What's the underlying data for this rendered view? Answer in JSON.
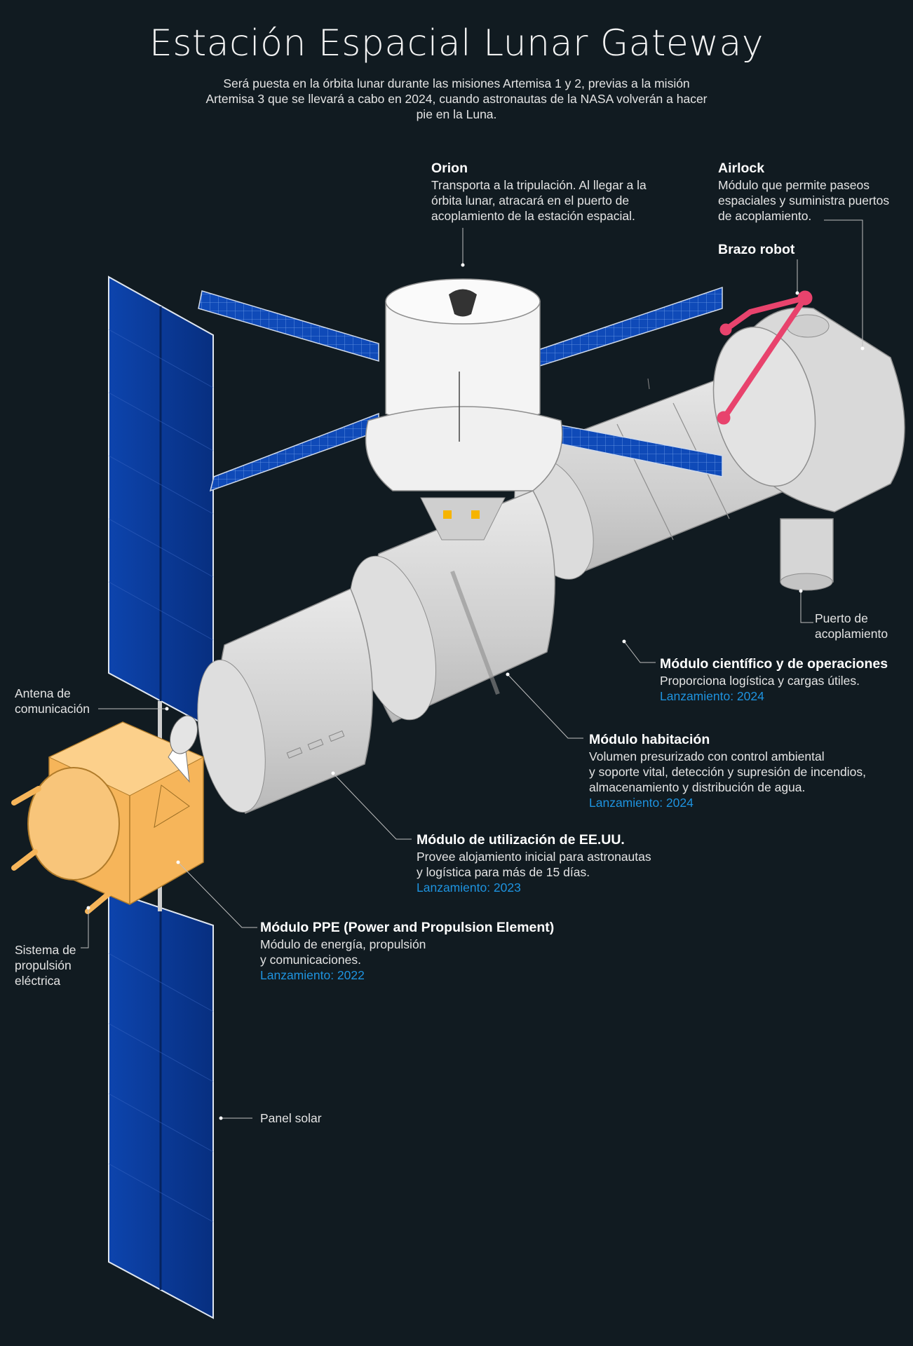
{
  "title": "Estación Espacial Lunar Gateway",
  "subtitle": "Será puesta en la órbita lunar durante las misiones Artemisa 1 y 2, previas a la misión Artemisa 3 que se llevará a cabo en 2024, cuando astronautas de la NASA volverán a hacer pie en la Luna.",
  "colors": {
    "background": "#111b21",
    "solar_panel": "#0a3b9c",
    "module_gray": "#d4d4d4",
    "ppe_orange": "#f6b55a",
    "robot_arm": "#e8436d",
    "launch_text": "#1e93df"
  },
  "labels": {
    "orion": {
      "heading": "Orion",
      "text": "Transporta a la tripulación. Al llegar a la\nórbita lunar, atracará en el puerto de\nacoplamiento de la estación espacial."
    },
    "airlock": {
      "heading": "Airlock",
      "text": "Módulo que permite paseos\nespaciales y suministra puertos\nde acoplamiento."
    },
    "robot_arm": {
      "heading": "Brazo robot"
    },
    "docking_port": {
      "text": "Puerto de\nacoplamiento"
    },
    "science_module": {
      "heading": "Módulo científico  y de operaciones",
      "text": "Proporciona logística y cargas útiles.",
      "launch": "Lanzamiento: 2024"
    },
    "habitation_module": {
      "heading": "Módulo habitación",
      "text": "Volumen presurizado con control ambiental\ny soporte vital, detección y supresión de incendios,\nalmacenamiento y distribución de agua.",
      "launch": "Lanzamiento: 2024"
    },
    "us_module": {
      "heading": "Módulo de utilización de EE.UU.",
      "text": "Provee alojamiento inicial para astronautas\ny logística para más de 15 días.",
      "launch": "Lanzamiento: 2023"
    },
    "ppe_module": {
      "heading": "Módulo PPE (Power and Propulsion Element)",
      "text": "Módulo de energía, propulsión\ny comunicaciones.",
      "launch": "Lanzamiento: 2022"
    },
    "antenna": {
      "text": "Antena de\ncomunicación"
    },
    "propulsion": {
      "text": "Sistema de\npropulsión\neléctrica"
    },
    "solar_panel": {
      "text": "Panel solar"
    }
  }
}
